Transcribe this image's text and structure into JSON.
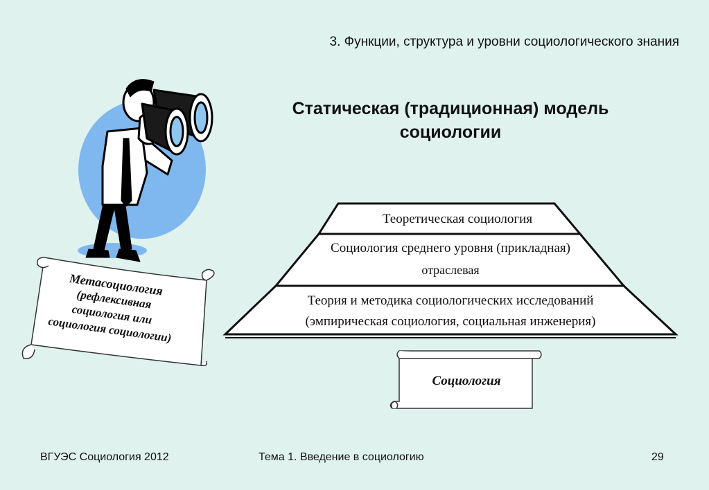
{
  "header": {
    "section_title": "3. Функции, структура и уровни социологического знания",
    "main_title_line1": "Статическая (традиционная) модель",
    "main_title_line2": "социологии"
  },
  "pyramid": {
    "tier1": "Теоретическая социология",
    "tier2_line1": "Социология среднего уровня (прикладная)",
    "tier2_line2": "отраслевая",
    "tier3_line1": "Теория и методика социологических исследований",
    "tier3_line2": "(эмпирическая социология, социальная инженерия)"
  },
  "scroll_meta": {
    "line1": "Метасоциология",
    "line2": "(рефлексивная",
    "line3": "социология или",
    "line4": "социология социологии)"
  },
  "scroll_sociology": {
    "label": "Социология"
  },
  "footer": {
    "left": "ВГУЭС Социология 2012",
    "center": "Тема 1. Введение в социологию",
    "page_number": "29"
  },
  "colors": {
    "background": "#dff2ee",
    "blob": "#7fb8ee",
    "text": "#111111"
  },
  "icons": [
    "man-with-binoculars-illustration",
    "scroll-icon"
  ]
}
